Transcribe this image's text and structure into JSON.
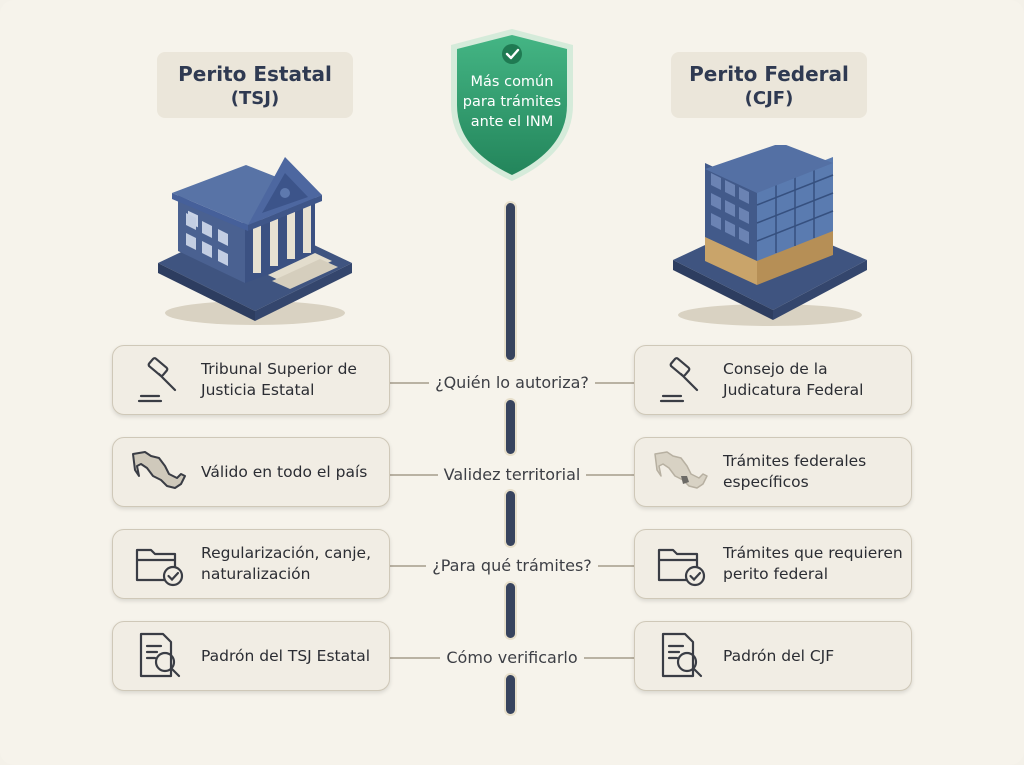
{
  "left": {
    "title": "Perito Estatal",
    "subtitle": "(TSJ)",
    "rows": [
      {
        "icon": "gavel-icon",
        "text_1": "Tribunal Superior de",
        "text_2": "Justicia Estatal"
      },
      {
        "icon": "mexico-map-icon",
        "text_1": "Válido en todo el país",
        "text_2": ""
      },
      {
        "icon": "folder-check-icon",
        "text_1": "Regularización, canje,",
        "text_2": "naturalización"
      },
      {
        "icon": "document-search-icon",
        "text_1": "Padrón del TSJ Estatal",
        "text_2": ""
      }
    ]
  },
  "right": {
    "title": "Perito Federal",
    "subtitle": "(CJF)",
    "rows": [
      {
        "icon": "gavel-icon",
        "text_1": "Consejo de la",
        "text_2": "Judicatura Federal"
      },
      {
        "icon": "mexico-map-icon",
        "text_1": "Trámites federales",
        "text_2": "específicos"
      },
      {
        "icon": "folder-check-icon",
        "text_1": "Trámites que requieren",
        "text_2": "perito federal"
      },
      {
        "icon": "document-search-icon",
        "text_1": "Padrón del CJF",
        "text_2": ""
      }
    ]
  },
  "badge": {
    "line_1": "Más común",
    "line_2": "para trámites",
    "line_3": "ante el INM",
    "color": "#2e9a6c"
  },
  "criteria": [
    "¿Quién lo autoriza?",
    "Validez territorial",
    "¿Para qué trámites?",
    "Cómo verificarlo"
  ],
  "colors": {
    "navy": "#37435e",
    "building_blue": "#4f6797",
    "accent_gold": "#c9a46a"
  }
}
